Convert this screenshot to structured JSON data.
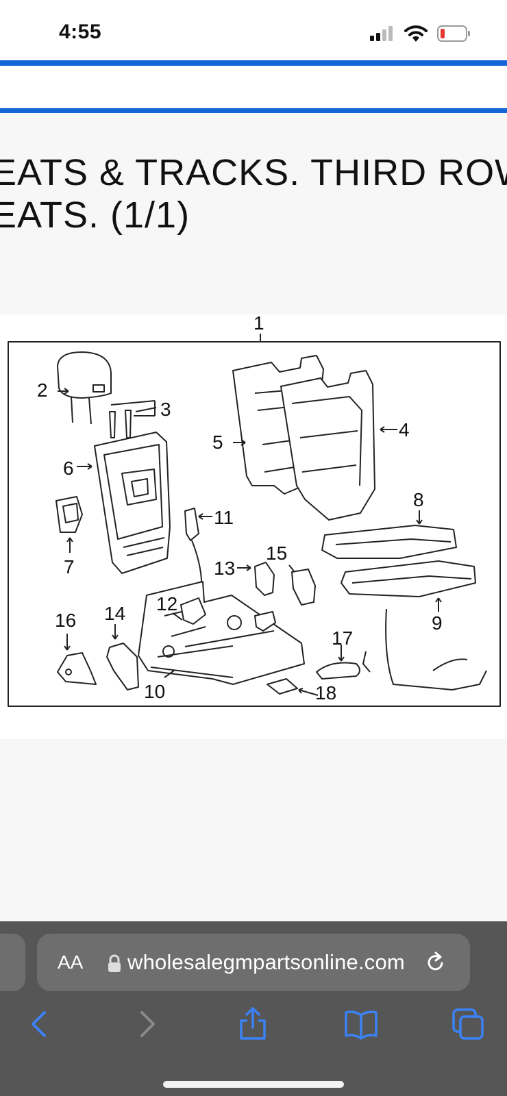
{
  "status_bar": {
    "time": "4:55"
  },
  "page": {
    "title_line1": "EATS & TRACKS. THIRD ROW",
    "title_line2": "EATS. (1/1)"
  },
  "diagram": {
    "callouts": [
      "1",
      "2",
      "3",
      "4",
      "5",
      "6",
      "7",
      "8",
      "9",
      "10",
      "11",
      "12",
      "13",
      "14",
      "15",
      "16",
      "17",
      "18"
    ]
  },
  "toolbar": {
    "text_size_label": "AA",
    "url": "wholesalegmpartsonline.com",
    "icons": [
      "back-icon",
      "forward-icon",
      "share-icon",
      "bookmarks-icon",
      "tabs-icon",
      "lock-icon",
      "reload-icon"
    ]
  },
  "colors": {
    "accent": "#1565d8",
    "toolbar": "#565656",
    "toolbar_button": "#6e6e6e",
    "nav_blue": "#3b82f6"
  }
}
